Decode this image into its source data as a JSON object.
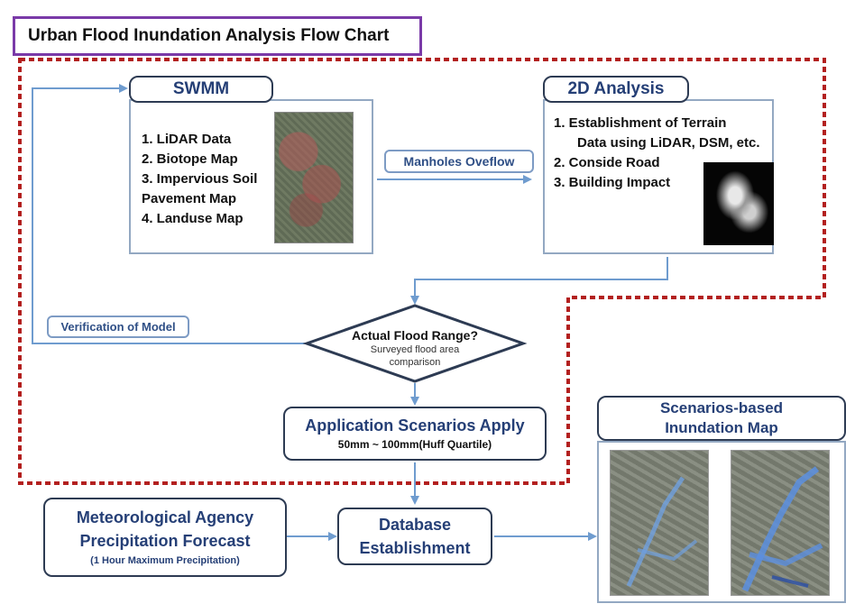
{
  "title": "Urban Flood Inundation Analysis Flow Chart",
  "swmm": {
    "label": "SWMM",
    "items": [
      "1. LiDAR Data",
      "2. Biotope Map",
      "3. Impervious Soil",
      "Pavement Map",
      "4. Landuse Map"
    ]
  },
  "analysis2d": {
    "label": "2D Analysis",
    "items": [
      "1.  Establishment of Terrain",
      "Data using LiDAR, DSM, etc.",
      "2.  Conside Road",
      "3.  Building Impact"
    ]
  },
  "manholes_label": "Manholes Oveflow",
  "verification_label": "Verification of Model",
  "decision": {
    "title": "Actual Flood Range?",
    "sub1": "Surveyed flood area",
    "sub2": "comparison"
  },
  "scenarios": {
    "title": "Application Scenarios Apply",
    "sub": "50mm ~ 100mm(Huff Quartile)"
  },
  "meteo": {
    "line1": "Meteorological Agency",
    "line2": "Precipitation Forecast",
    "line3": "(1 Hour Maximum Precipitation)"
  },
  "database": {
    "line1": "Database",
    "line2": "Establishment"
  },
  "inundation": {
    "line1": "Scenarios-based",
    "line2": "Inundation Map"
  },
  "colors": {
    "border_dashed": "#b3201f",
    "arrow": "#6f9ccf",
    "title_border": "#7a3aa8",
    "text_blue": "#253f76"
  }
}
